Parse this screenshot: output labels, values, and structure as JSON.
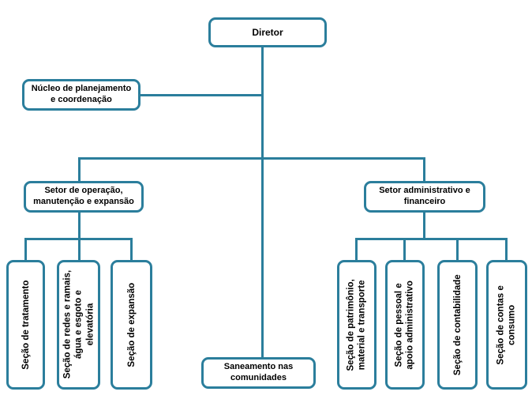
{
  "colors": {
    "accent": "#2b7e9c",
    "text": "#000000",
    "background": "#ffffff"
  },
  "diagram_type": "organizational-chart",
  "nodes": {
    "diretor": {
      "label": "Diretor"
    },
    "nucleo": {
      "label": "Núcleo de planejamento\ne coordenação"
    },
    "setor_operacao": {
      "label": "Setor de operação,\nmanutenção e expansão"
    },
    "setor_admin": {
      "label": "Setor administrativo e\nfinanceiro"
    },
    "saneamento": {
      "label": "Saneamento nas\ncomunidades"
    },
    "secao_tratamento": {
      "label": "Seção de tratamento"
    },
    "secao_redes": {
      "label": "Seção de redes e ramais,\nágua e esgoto e\nelevatória"
    },
    "secao_expansao": {
      "label": "Seção de expansão"
    },
    "secao_patrimonio": {
      "label": "Seção de patrimônio,\nmaterial e transporte"
    },
    "secao_pessoal": {
      "label": "Seção de pessoal e\napoio administrativo"
    },
    "secao_contabilidade": {
      "label": "Seção de contabilidade"
    },
    "secao_contas": {
      "label": "Seção de contas e\nconsumo"
    }
  },
  "hierarchy": {
    "root": "Diretor",
    "staff_unit": "Núcleo de planejamento e coordenação",
    "direct_report": "Saneamento nas comunidades",
    "branches": [
      {
        "label": "Setor de operação, manutenção e expansão",
        "children": [
          "Seção de tratamento",
          "Seção de redes e ramais, água e esgoto e elevatória",
          "Seção de expansão"
        ]
      },
      {
        "label": "Setor administrativo e financeiro",
        "children": [
          "Seção de patrimônio, material e transporte",
          "Seção de pessoal e apoio administrativo",
          "Seção de contabilidade",
          "Seção de contas e consumo"
        ]
      }
    ]
  }
}
